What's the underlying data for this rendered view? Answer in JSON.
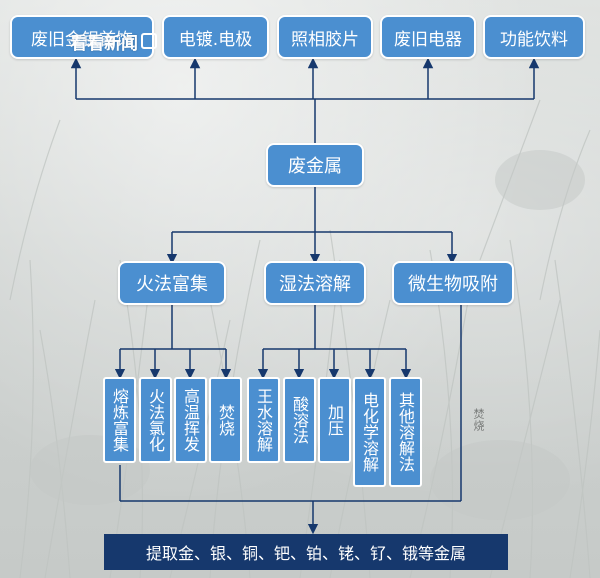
{
  "sources": [
    "废旧金银首饰",
    "电镀.电极",
    "照相胶片",
    "废旧电器",
    "功能饮料"
  ],
  "center": "废金属",
  "methods": [
    "火法富集",
    "湿法溶解",
    "微生物吸附"
  ],
  "fire_sub": [
    "熔炼富集",
    "火法氯化",
    "高温挥发",
    "焚烧"
  ],
  "wet_sub": [
    "王水溶解",
    "酸溶法",
    "加压",
    "电化学溶解",
    "其他溶解法"
  ],
  "side_label": "焚烧",
  "result": "提取金、银、铜、钯、铂、铑、钌、锇等金属",
  "watermark": "看看新闻",
  "colors": {
    "box": "#4b8fd0",
    "result": "#16386d",
    "line": "#16386d"
  }
}
